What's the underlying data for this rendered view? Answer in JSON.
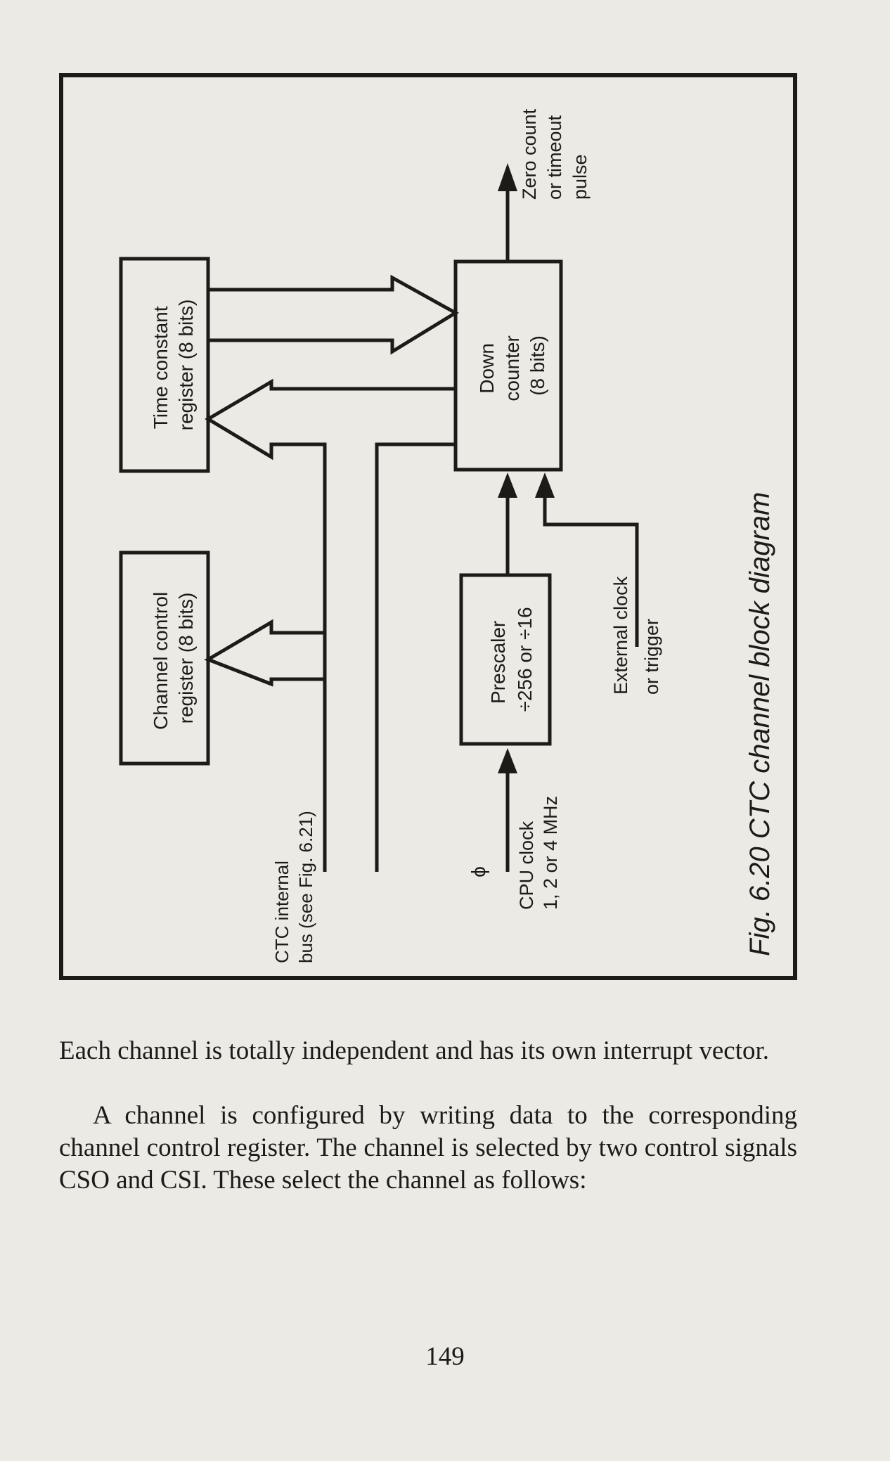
{
  "figure": {
    "caption": "Fig. 6.20 CTC channel block diagram",
    "blocks": {
      "time_constant": [
        "Time constant",
        "register (8 bits)"
      ],
      "channel_control": [
        "Channel control",
        "register (8 bits)"
      ],
      "down_counter": [
        "Down",
        "counter",
        "(8 bits)"
      ],
      "prescaler": [
        "Prescaler",
        "÷256 or ÷16"
      ]
    },
    "labels": {
      "zero_count": [
        "Zero count",
        "or timeout",
        "pulse"
      ],
      "external_clock": [
        "External clock",
        "or trigger"
      ],
      "cpu_clock_symbol": "ϕ",
      "cpu_clock": [
        "CPU clock",
        "1, 2 or 4 MHz"
      ],
      "internal_bus": [
        "CTC internal",
        "bus (see Fig. 6.21)"
      ]
    }
  },
  "body": {
    "paragraph1": "Each channel is totally independent and has its own interrupt vector.",
    "paragraph2": "A channel is configured by writing data to the corresponding channel control register. The channel is selected by two control signals CSO and CSI. These select the channel as follows:",
    "page_number": "149"
  }
}
